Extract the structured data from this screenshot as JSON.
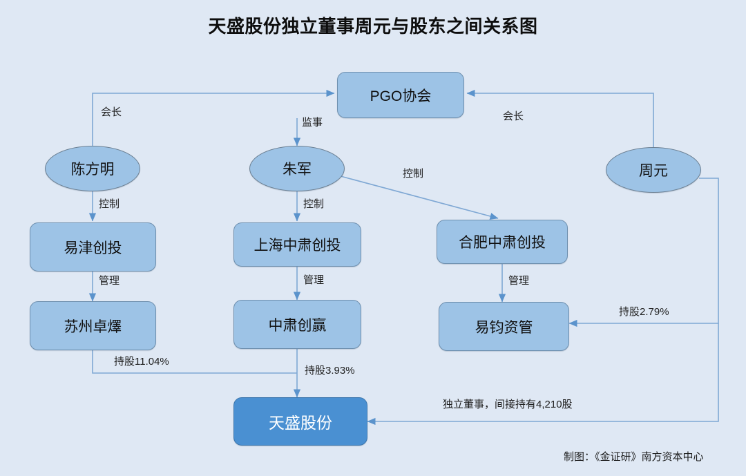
{
  "title": "天盛股份独立董事周元与股东之间关系图",
  "credit": "制图：《金证研》南方资本中心",
  "colors": {
    "background": "#dfe8f4",
    "node_fill": "#9dc3e6",
    "node_stroke": "#6e8fae",
    "primary_fill": "#4a90d2",
    "primary_text": "#ffffff",
    "connector": "#7fa8d4",
    "text": "#111111"
  },
  "nodes": {
    "pgo": {
      "label": "PGO协会",
      "shape": "box"
    },
    "chen_fangming": {
      "label": "陈方明",
      "shape": "ellipse"
    },
    "zhu_jun": {
      "label": "朱军",
      "shape": "ellipse"
    },
    "zhou_yuan": {
      "label": "周元",
      "shape": "ellipse"
    },
    "yijin": {
      "label": "易津创投",
      "shape": "box"
    },
    "shanghai_zhongsu": {
      "label": "上海中肃创投",
      "shape": "box"
    },
    "hefei_zhongsu": {
      "label": "合肥中肃创投",
      "shape": "box"
    },
    "suzhou_zhuobao": {
      "label": "苏州卓燡",
      "shape": "box"
    },
    "zhongsu_chuangying": {
      "label": "中肃创赢",
      "shape": "box"
    },
    "yijun": {
      "label": "易钧资管",
      "shape": "box"
    },
    "tiansheng": {
      "label": "天盛股份",
      "shape": "box-primary"
    }
  },
  "edges": {
    "chen_to_pgo": "会长",
    "zhou_to_pgo": "会长",
    "zhu_to_pgo": "监事",
    "chen_to_yijin": "控制",
    "zhu_to_shanghai": "控制",
    "zhu_to_hefei": "控制",
    "yijin_to_suzhou": "管理",
    "shanghai_to_chuangying": "管理",
    "hefei_to_yijun": "管理",
    "suzhou_to_tiansheng": "持股11.04%",
    "chuangying_to_tiansheng": "持股3.93%",
    "zhou_to_yijun": "持股2.79%",
    "zhou_to_tiansheng": "独立董事，间接持有4,210股"
  }
}
